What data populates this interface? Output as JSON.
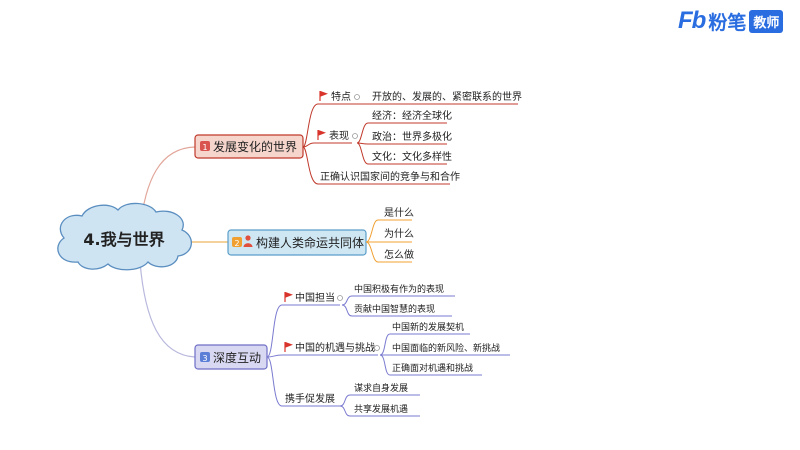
{
  "logo": {
    "mark": "Fb",
    "name": "粉笔",
    "badge": "教师"
  },
  "root": {
    "label": "4.我与世界"
  },
  "branches": [
    {
      "id": "b1",
      "num": "1",
      "label": "发展变化的世界",
      "fill": "#f5d5cc",
      "border": "#c0392b",
      "numColor": "#d9534f",
      "line": "#e2a79b"
    },
    {
      "id": "b2",
      "num": "2",
      "label": "构建人类命运共同体",
      "fill": "#cfe6f3",
      "border": "#5a9ec9",
      "numColor": "#f0a030",
      "line": "#f0c27a"
    },
    {
      "id": "b3",
      "num": "3",
      "label": "深度互动",
      "fill": "#d8d8f2",
      "border": "#6f6fc7",
      "numColor": "#5b7fd6",
      "line": "#b8b8de"
    }
  ],
  "b1": {
    "features": {
      "label": "特点",
      "value": "开放的、发展的、紧密联系的世界"
    },
    "shows": {
      "label": "表现",
      "items": [
        "经济：经济全球化",
        "政治：世界多极化",
        "文化：文化多样性"
      ]
    },
    "last": "正确认识国家间的竞争与和合作"
  },
  "b2": {
    "items": [
      "是什么",
      "为什么",
      "怎么做"
    ]
  },
  "b3": {
    "g1": {
      "label": "中国担当",
      "items": [
        "中国积极有作为的表现",
        "贡献中国智慧的表现"
      ]
    },
    "g2": {
      "label": "中国的机遇与挑战",
      "items": [
        "中国新的发展契机",
        "中国面临的新风险、新挑战",
        "正确面对机遇和挑战"
      ]
    },
    "g3": {
      "label": "携手促发展",
      "items": [
        "谋求自身发展",
        "共享发展机遇"
      ]
    }
  },
  "colors": {
    "accent": "#c0392b",
    "flag": "#d9342b",
    "text": "#222222",
    "brand": "#2a6de0"
  }
}
